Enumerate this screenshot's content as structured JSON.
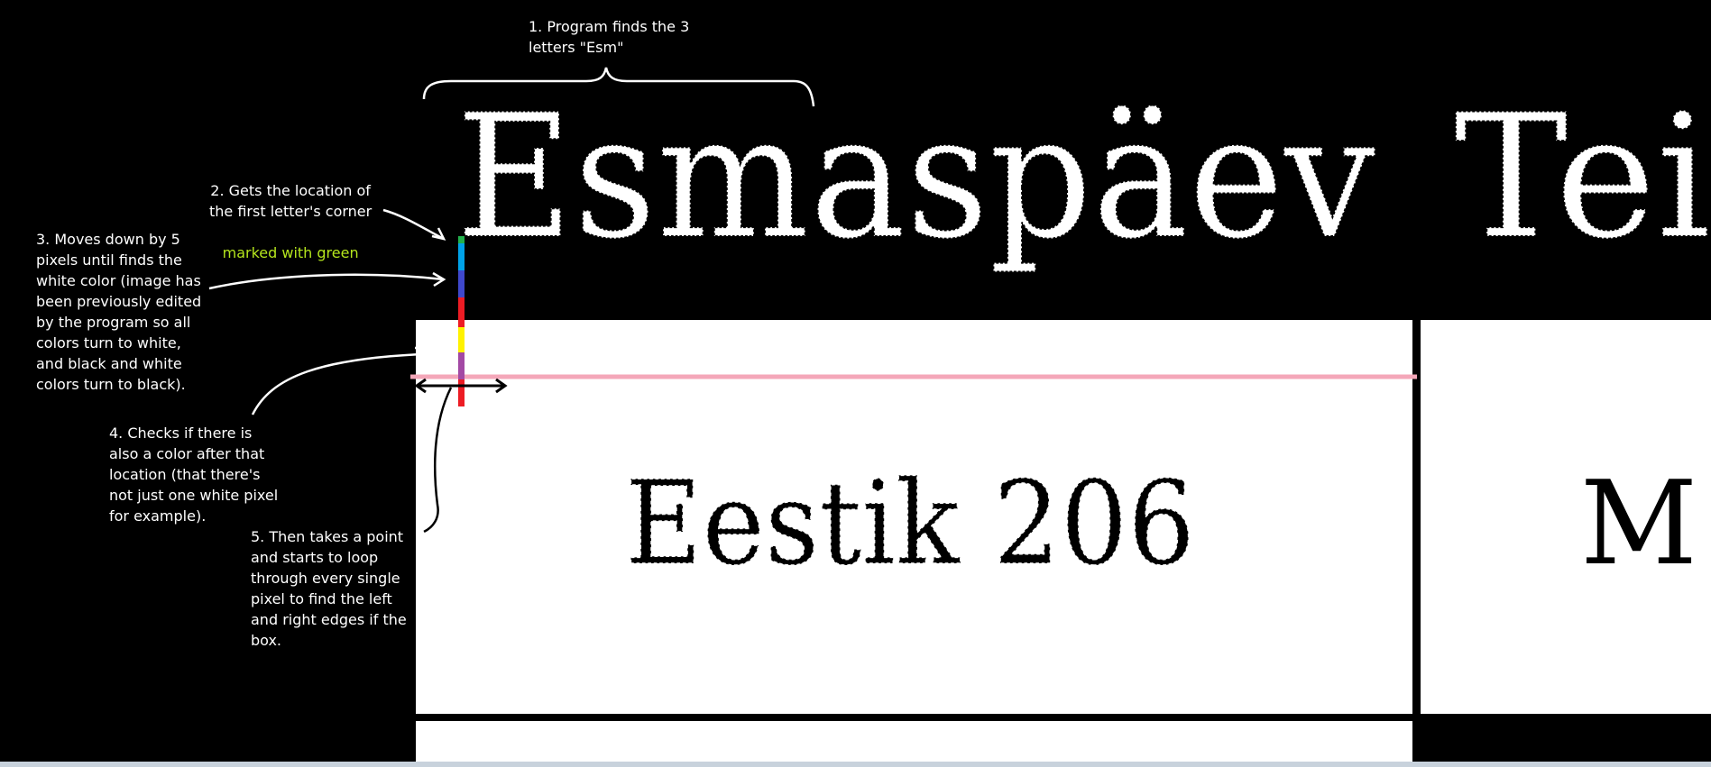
{
  "image": {
    "header_word": "Esmaspäev",
    "header_word_2": "Tei",
    "cell_text": "Eestik 206",
    "cell_text_2": "M"
  },
  "annotations": {
    "step1": "1. Program finds the 3\n letters \"Esm\"",
    "step2_line1": "2. Gets the location of\nthe first letter's corner",
    "step2_line2": "marked with green",
    "step3": "3. Moves down by 5\npixels until finds the\nwhite color (image has\nbeen previously edited\nby the program so all\ncolors turn to white,\nand black and white\ncolors turn to black).",
    "step4": "4. Checks if there is\nalso a color after that\nlocation (that there's\nnot just one white pixel\nfor example).",
    "step5": "5. Then takes a point\nand starts to loop\nthrough every single\npixel to find the left\nand right edges if the\nbox."
  },
  "colors": {
    "background": "#000000",
    "cell": "#ffffff",
    "scan_line": "#f4a7b9",
    "accent_text": "#b5e61d",
    "probe_colors": [
      "#00a2e8",
      "#3f48cc",
      "#ed1c24",
      "#fff200",
      "#a349a4",
      "#ed1c24"
    ]
  }
}
